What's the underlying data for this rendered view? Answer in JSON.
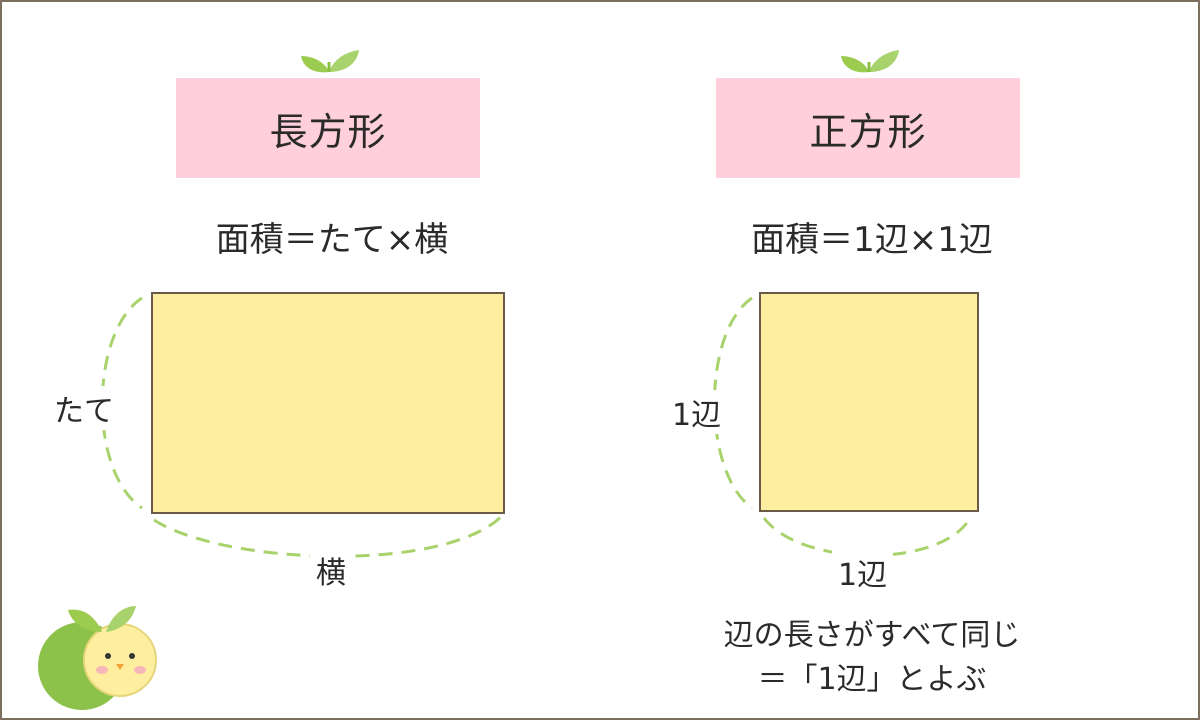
{
  "rectangle": {
    "title": "長方形",
    "formula": "面積＝たて×横",
    "side_label_vertical": "たて",
    "side_label_horizontal": "横"
  },
  "square": {
    "title": "正方形",
    "formula": "面積＝1辺×1辺",
    "side_label_vertical": "1辺",
    "side_label_horizontal": "1辺",
    "note_line1": "辺の長さがすべて同じ",
    "note_line2": "＝「1辺」とよぶ"
  },
  "colors": {
    "frame_border": "#7d705f",
    "title_bg": "#ffcfdc",
    "shape_fill": "#fdef9f",
    "shape_stroke": "#6b5a45",
    "dash_green": "#a8d26b",
    "sprout_green": "#9bcb4f"
  },
  "icons": [
    "sprout-icon",
    "chick-mascot-icon"
  ]
}
